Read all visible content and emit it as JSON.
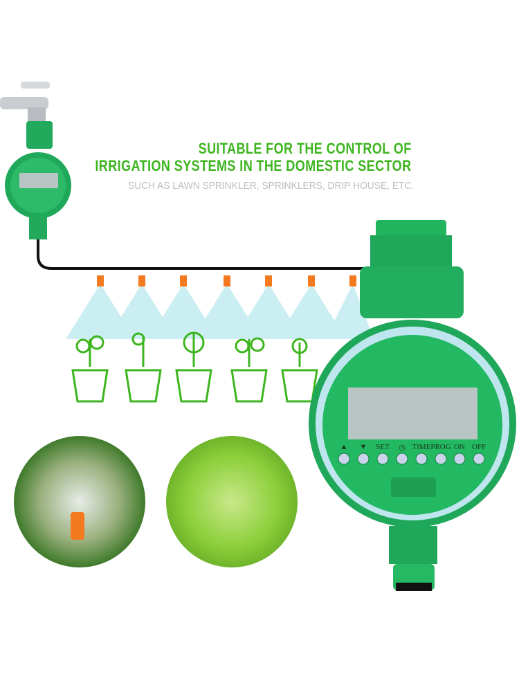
{
  "heading": {
    "line1": "SUITABLE FOR THE CONTROL OF",
    "line2": "IRRIGATION SYSTEMS IN THE DOMESTIC SECTOR",
    "subtitle": "SUCH AS LAWN SPRINKLER, SPRINKLERS, DRIP HOUSE, ETC."
  },
  "timer": {
    "button_labels": [
      "▲",
      "▼",
      "SET",
      "◷",
      "TIME",
      "PROG",
      "ON",
      "OFF"
    ]
  },
  "colors": {
    "brand_green": "#3db51f",
    "body_green": "#1fa75a",
    "lcd": "#b9c4c4",
    "spray": "#a8e3ea"
  }
}
